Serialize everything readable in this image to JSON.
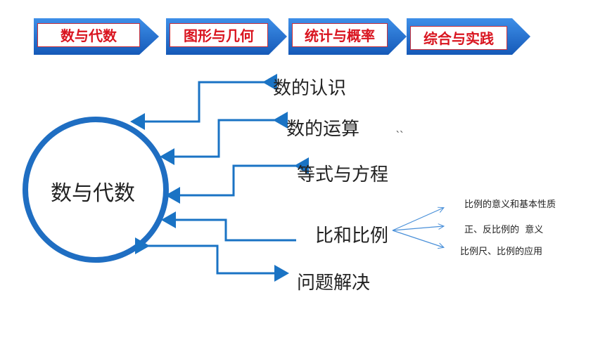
{
  "tabs": [
    {
      "label": "数与代数"
    },
    {
      "label": "图形与几何"
    },
    {
      "label": "统计与概率"
    },
    {
      "label": "综合与实践"
    }
  ],
  "center": {
    "label": "数与代数"
  },
  "branches": [
    {
      "label": "数的认识"
    },
    {
      "label": "数的运算"
    },
    {
      "label": "等式与方程"
    },
    {
      "label": "比和比例"
    },
    {
      "label": "问题解决"
    }
  ],
  "stray_mark": "、、",
  "sub_branches": [
    {
      "label": "比例的意义和基本性质"
    },
    {
      "label": "正、反比例的  意义"
    },
    {
      "label": "比例尺、比例的应用"
    }
  ],
  "colors": {
    "arrow": "#1a73c4",
    "circle": "#1f6ec2",
    "tab_red": "#d9141f",
    "tab_blue": "#1d6fd6"
  }
}
